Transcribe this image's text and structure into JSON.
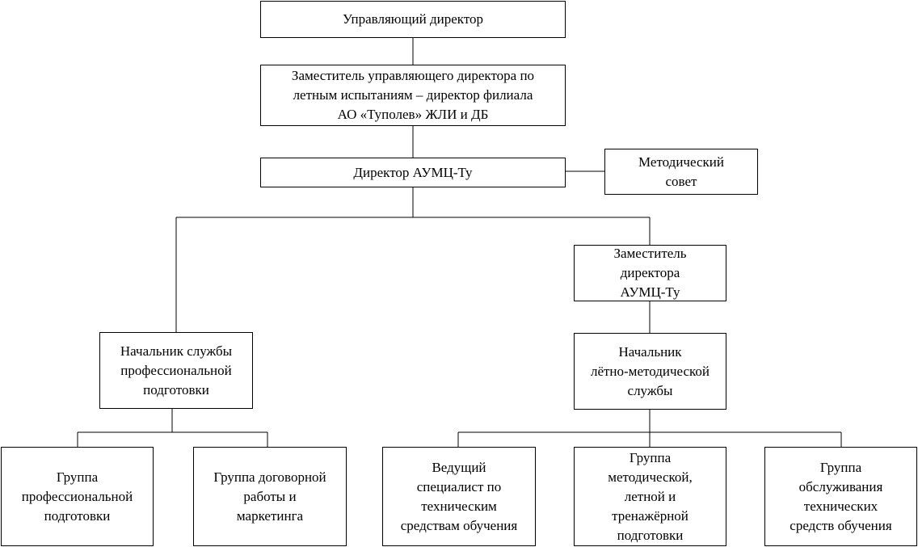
{
  "org_chart": {
    "managing_director": "Управляющий директор",
    "deputy_managing_director": "Заместитель управляющего директора по\nлетным испытаниям – директор филиала\nАО «Туполев» ЖЛИ и ДБ",
    "director_aumc": "Директор АУМЦ-Ту",
    "methodical_council": "Методический\nсовет",
    "deputy_director_aumc": "Заместитель\nдиректора\nАУМЦ-Ту",
    "head_professional_training": "Начальник службы\nпрофессиональной\nподготовки",
    "head_flight_methodical": "Начальник\nлётно-методической\nслужбы",
    "group_professional_training": "Группа\nпрофессиональной\nподготовки",
    "group_contract_marketing": "Группа договорной\nработы и\nмаркетинга",
    "lead_specialist_tso": "Ведущий\nспециалист по\nтехническим\nсредствам обучения",
    "group_methodical_flight_simulator": "Группа\nметодической,\nлетной и\nтренажёрной\nподготовки",
    "group_tso_maintenance": "Группа\nобслуживания\nтехнических\nсредств обучения"
  }
}
